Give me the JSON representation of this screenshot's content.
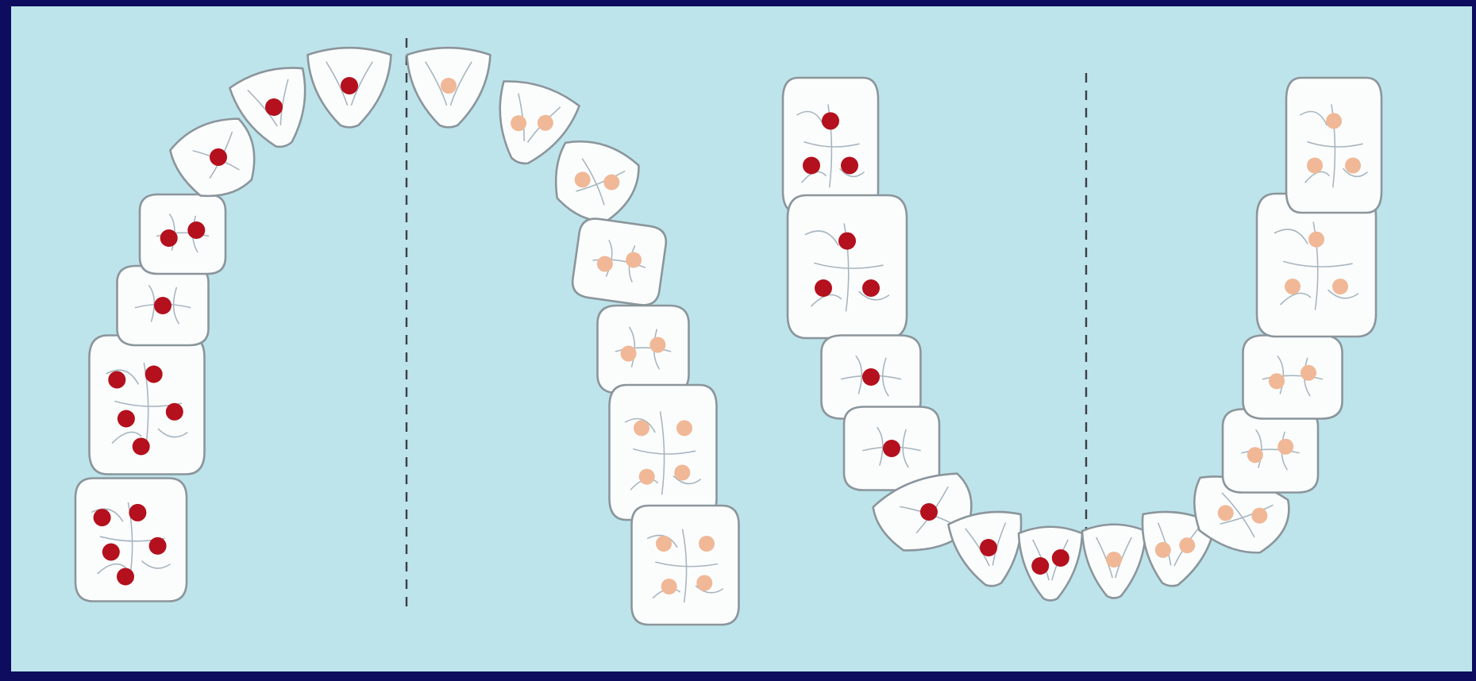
{
  "colors": {
    "frame": "#0d0c5e",
    "panel": "#bde4ea",
    "tooth_fill": "#fbfdfd",
    "tooth_outline": "#8b959c",
    "groove": "#a9b6c0",
    "midline": "#3c3e46",
    "dot_primary": "#b4101d",
    "dot_secondary": "#f0b896"
  },
  "arches": [
    {
      "name": "upper-arch",
      "teeth": [
        {
          "type": "molar",
          "dot_color": "primary",
          "dots": 5
        },
        {
          "type": "molar",
          "dot_color": "primary",
          "dots": 5
        },
        {
          "type": "premolar",
          "dot_color": "primary",
          "dots": 1
        },
        {
          "type": "premolar",
          "dot_color": "primary",
          "dots": 2
        },
        {
          "type": "canine",
          "dot_color": "primary",
          "dots": 1
        },
        {
          "type": "incisor",
          "dot_color": "primary",
          "dots": 1
        },
        {
          "type": "incisor",
          "dot_color": "primary",
          "dots": 1
        },
        {
          "type": "incisor",
          "dot_color": "secondary",
          "dots": 1
        },
        {
          "type": "incisor",
          "dot_color": "secondary",
          "dots": 2
        },
        {
          "type": "canine",
          "dot_color": "secondary",
          "dots": 2
        },
        {
          "type": "premolar",
          "dot_color": "secondary",
          "dots": 2
        },
        {
          "type": "premolar",
          "dot_color": "secondary",
          "dots": 2
        },
        {
          "type": "molar",
          "dot_color": "secondary",
          "dots": 4
        },
        {
          "type": "molar",
          "dot_color": "secondary",
          "dots": 4
        }
      ]
    },
    {
      "name": "lower-arch",
      "teeth": [
        {
          "type": "molar",
          "dot_color": "primary",
          "dots": 3
        },
        {
          "type": "molar",
          "dot_color": "primary",
          "dots": 3
        },
        {
          "type": "premolar",
          "dot_color": "primary",
          "dots": 1
        },
        {
          "type": "premolar",
          "dot_color": "primary",
          "dots": 1
        },
        {
          "type": "canine",
          "dot_color": "primary",
          "dots": 1
        },
        {
          "type": "incisor",
          "dot_color": "primary",
          "dots": 1
        },
        {
          "type": "incisor",
          "dot_color": "primary",
          "dots": 2
        },
        {
          "type": "incisor",
          "dot_color": "secondary",
          "dots": 1
        },
        {
          "type": "incisor",
          "dot_color": "secondary",
          "dots": 2
        },
        {
          "type": "canine",
          "dot_color": "secondary",
          "dots": 2
        },
        {
          "type": "premolar",
          "dot_color": "secondary",
          "dots": 2
        },
        {
          "type": "premolar",
          "dot_color": "secondary",
          "dots": 2
        },
        {
          "type": "molar",
          "dot_color": "secondary",
          "dots": 3
        },
        {
          "type": "molar",
          "dot_color": "secondary",
          "dots": 3
        }
      ]
    }
  ]
}
